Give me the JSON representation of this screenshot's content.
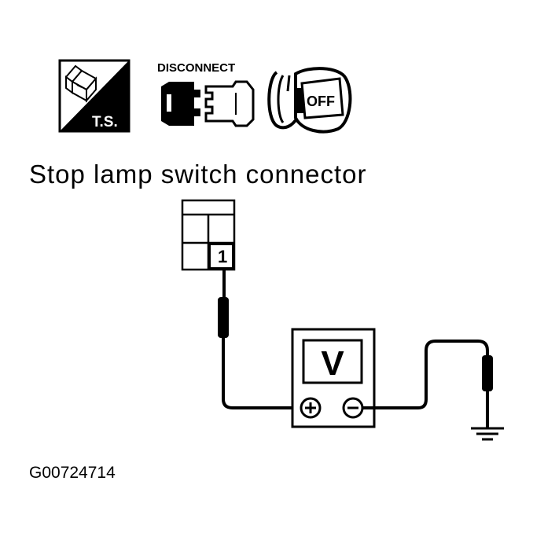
{
  "icons": {
    "ts": {
      "name": "trouble-shooting-icon",
      "label": "T.S."
    },
    "disconnect": {
      "name": "disconnect-connector-icon",
      "label": "DISCONNECT"
    },
    "ignition": {
      "name": "ignition-off-icon",
      "label": "OFF"
    }
  },
  "title": "Stop lamp switch connector",
  "connector": {
    "pin_label": "1"
  },
  "meter": {
    "label": "V",
    "positive": "+",
    "negative": "−"
  },
  "figure_id": "G00724714",
  "colors": {
    "ink": "#000000",
    "paper": "#ffffff"
  }
}
